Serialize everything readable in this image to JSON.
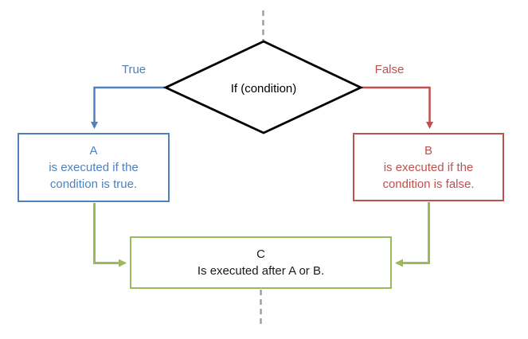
{
  "diagram": {
    "decision": {
      "label": "If (condition)"
    },
    "branches": {
      "true_label": "True",
      "false_label": "False"
    },
    "boxes": {
      "a": {
        "title": "A",
        "line1": "is executed if the",
        "line2": "condition is true."
      },
      "b": {
        "title": "B",
        "line1": "is executed if the",
        "line2": "condition is false."
      },
      "c": {
        "title": "C",
        "line1": "Is executed after A or B."
      }
    },
    "colors": {
      "true_blue": "#4f81bd",
      "false_red": "#c0504d",
      "merge_green": "#9bbb59",
      "shape_black": "#000000",
      "dashed_gray": "#a0a0a0"
    }
  }
}
